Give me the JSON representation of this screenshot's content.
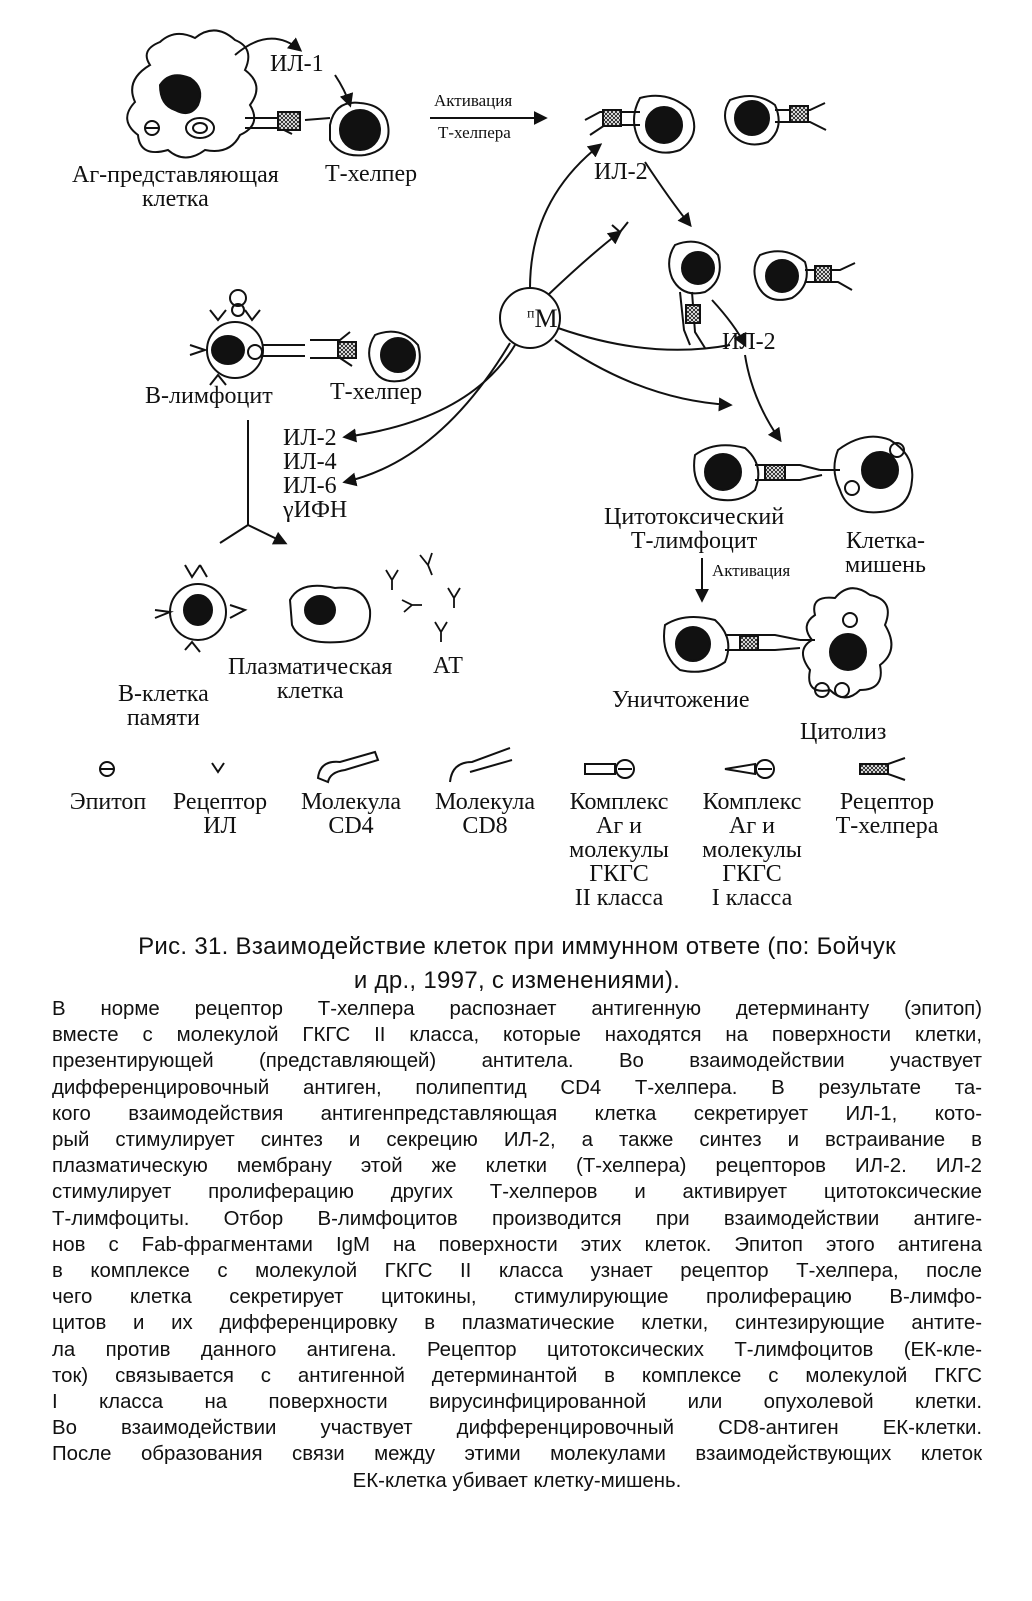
{
  "diagram": {
    "labels": {
      "il1": "ИЛ-1",
      "activation_th_1": "Активация",
      "activation_th_2": "Т-хелпера",
      "apc": "Аг-представляющая\nклетка",
      "th_top": "Т-хелпер",
      "il2_a": "ИЛ-2",
      "il2_b": "ИЛ-2",
      "macrophage": "М",
      "macrophage_sup": "п",
      "b_lymphocyte": "В-лимфоцит",
      "th_mid": "Т-хелпер",
      "cytokines": [
        "ИЛ-2",
        "ИЛ-4",
        "ИЛ-6",
        "γИФН"
      ],
      "ctl": "Цитотоксический\nТ-лимфоцит",
      "target_cell": "Клетка-\nмишень",
      "activation_ctl": "Активация",
      "memory_b": "В-клетка\nпамяти",
      "plasma_cell": "Плазматическая\nклетка",
      "antibodies": "АТ",
      "destruction": "Уничтожение",
      "cytolysis": "Цитолиз"
    },
    "legend": [
      {
        "label": "Эпитоп",
        "icon": "epitope-icon"
      },
      {
        "label": "Рецептор\nИЛ",
        "icon": "il-receptor-icon"
      },
      {
        "label": "Молекула\nCD4",
        "icon": "cd4-icon"
      },
      {
        "label": "Молекула\nCD8",
        "icon": "cd8-icon"
      },
      {
        "label": "Комплекс\nАг и\nмолекулы\nГКГС\nII класса",
        "icon": "mhc-ii-complex-icon"
      },
      {
        "label": "Комплекс\nАг и\nмолекулы\nГКГС\nI класса",
        "icon": "mhc-i-complex-icon"
      },
      {
        "label": "Рецептор\nТ-хелпера",
        "icon": "th-receptor-icon"
      }
    ]
  },
  "caption": {
    "line1": "Рис. 31. Взаимодействие клеток при иммунном ответе (по: Бойчук",
    "line2": "и др., 1997, с изменениями)."
  },
  "body_lines": [
    "В норме рецептор Т-хелпера распознает антигенную детерминанту (эпитоп)",
    "вместе с молекулой ГКГС II класса, которые находятся на поверхности клетки,",
    "презентирующей (представляющей) антитела. Во взаимодействии участвует",
    "дифференцировочный антиген, полипептид CD4 Т-хелпера. В результате та-",
    "кого взаимодействия антигенпредставляющая клетка секретирует ИЛ-1, кото-",
    "рый стимулирует синтез и секрецию ИЛ-2, а также синтез и встраивание в",
    "плазматическую мембрану этой же клетки (Т-хелпера) рецепторов ИЛ-2. ИЛ-2",
    "стимулирует пролиферацию других Т-хелперов и активирует цитотоксические",
    "Т-лимфоциты. Отбор В-лимфоцитов производится при взаимодействии антиге-",
    "нов с Fab-фрагментами IgM на поверхности этих клеток. Эпитоп этого антигена",
    "в комплексе с молекулой ГКГС II класса узнает рецептор Т-хелпера, после",
    "чего клетка секретирует цитокины, стимулирующие пролиферацию В-лимфо-",
    "цитов и их дифференцировку в плазматические клетки, синтезирующие антите-",
    "ла против данного антигена. Рецептор цитотоксических Т-лимфоцитов (ЕК-кле-",
    "ток) связывается с антигенной детерминантой в комплексе с молекулой ГКГС",
    "I класса на поверхности вирусинфицированной или опухолевой клетки.",
    "Во взаимодействии участвует дифференцировочный CD8-антиген ЕК-клетки.",
    "После образования связи между этими молекулами взаимодействующих клеток",
    "ЕК-клетка убивает клетку-мишень."
  ]
}
